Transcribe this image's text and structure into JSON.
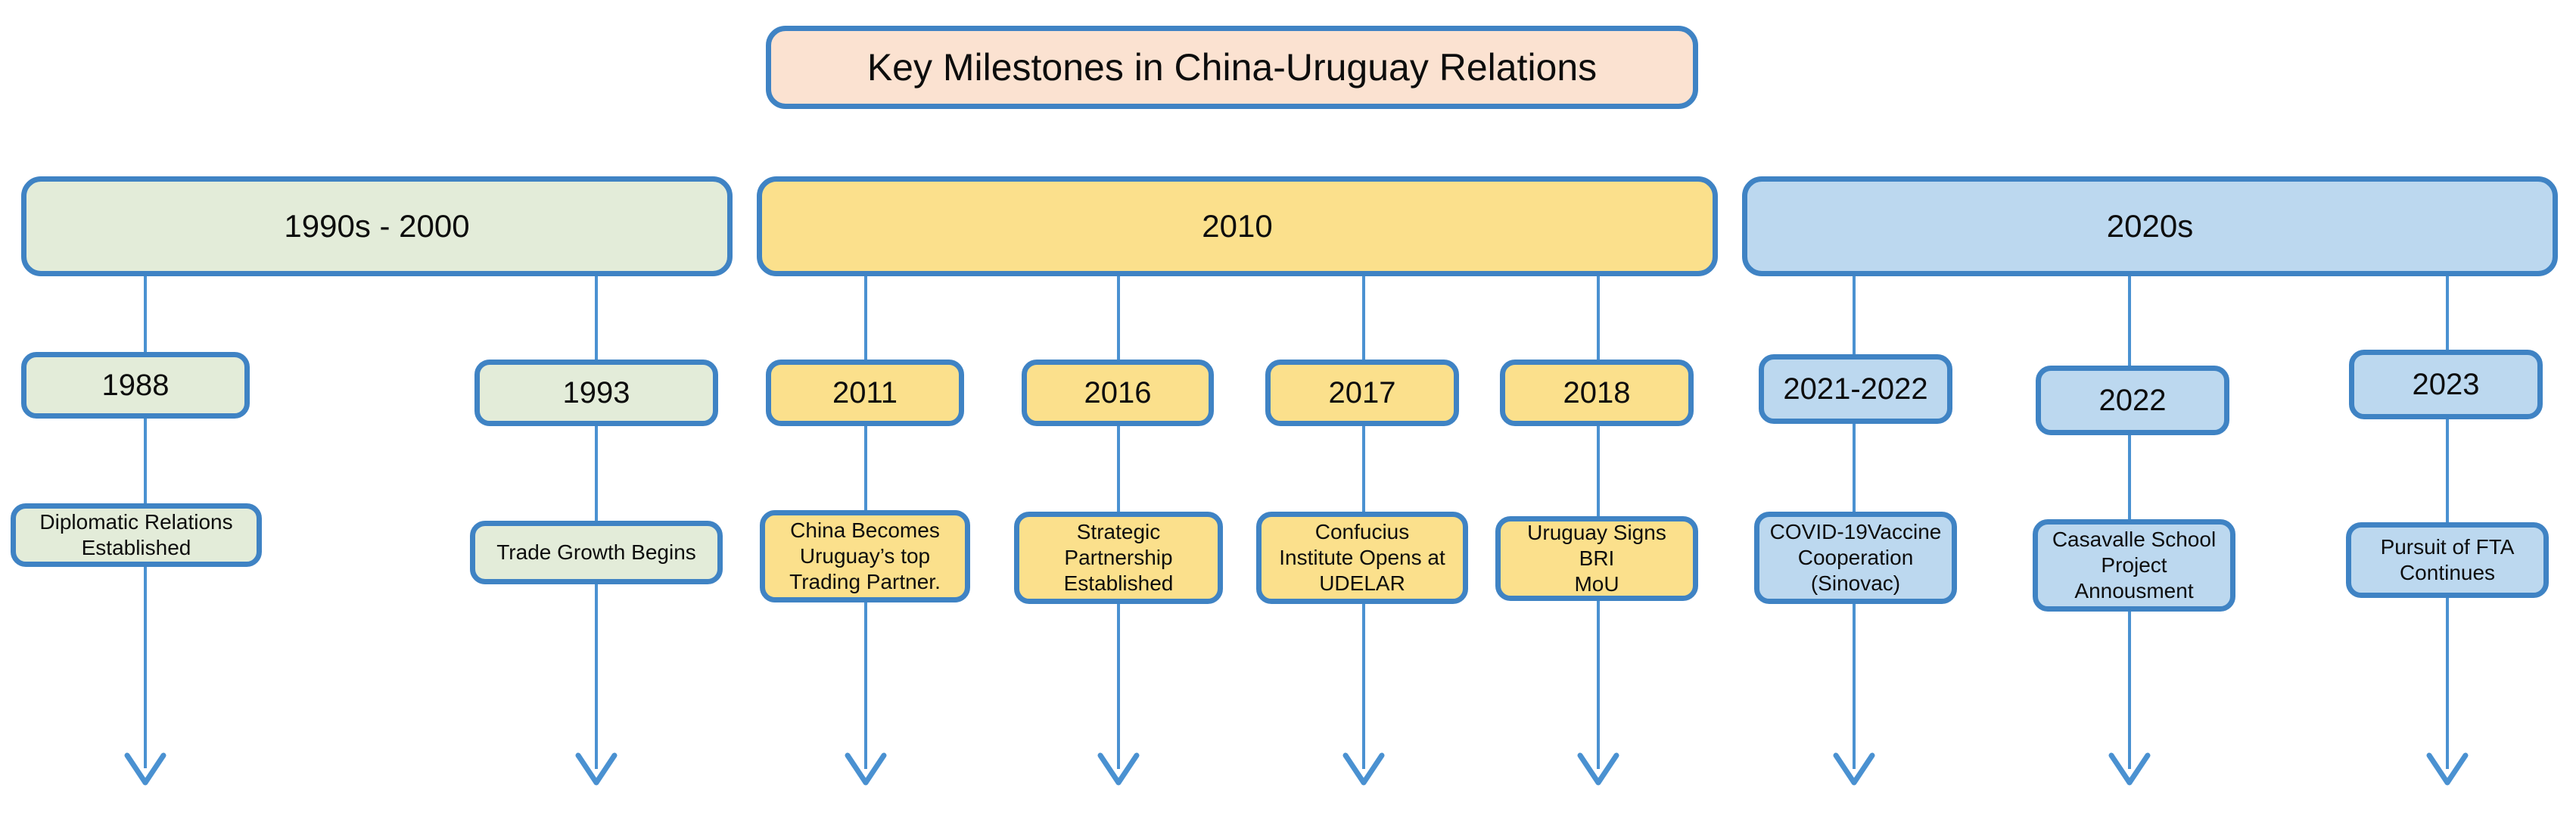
{
  "title": {
    "text": "Key Milestones in China-Uruguay Relations"
  },
  "colors": {
    "border": "#3f83c4",
    "connector": "#4a91d1",
    "title_fill": "#fbe2d1",
    "green_fill": "#e3ecd9",
    "yellow_fill": "#fbe08c",
    "blue_fill": "#bcd8ef"
  },
  "eras": [
    {
      "label": "1990s - 2000"
    },
    {
      "label": "2010"
    },
    {
      "label": "2020s"
    }
  ],
  "milestones": [
    {
      "year": "1988",
      "detail": "Diplomatic Relations Established",
      "era": "1990s - 2000"
    },
    {
      "year": "1993",
      "detail": "Trade Growth Begins",
      "era": "1990s - 2000"
    },
    {
      "year": "2011",
      "detail": "China Becomes Uruguay’s top Trading Partner.",
      "era": "2010"
    },
    {
      "year": "2016",
      "detail": "Strategic Partnership Established",
      "era": "2010"
    },
    {
      "year": "2017",
      "detail": "Confucius Institute Opens at UDELAR",
      "era": "2010"
    },
    {
      "year": "2018",
      "detail": "Uruguay Signs BRI MoU",
      "era": "2010"
    },
    {
      "year": "2021-2022",
      "detail": "COVID-19Vaccine Cooperation (Sinovac)",
      "era": "2020s"
    },
    {
      "year": "2022",
      "detail": "Casavalle School Project Annousment",
      "era": "2020s"
    },
    {
      "year": "2023",
      "detail": "Pursuit of FTA Continues",
      "era": "2020s"
    }
  ],
  "detail_lines": {
    "m0": [
      "Diplomatic Relations",
      "Established"
    ],
    "m1": [
      "Trade Growth Begins"
    ],
    "m2": [
      "China Becomes",
      "Uruguay’s top",
      "Trading Partner."
    ],
    "m3": [
      "Strategic",
      "Partnership",
      "Established"
    ],
    "m4": [
      "Confucius",
      "Institute Opens at",
      "UDELAR"
    ],
    "m5": [
      "Uruguay Signs BRI",
      "MoU"
    ],
    "m6": [
      "COVID-19Vaccine",
      "Cooperation",
      "(Sinovac)"
    ],
    "m7": [
      "Casavalle School",
      "Project",
      "Annousment"
    ],
    "m8": [
      "Pursuit of FTA",
      "Continues"
    ]
  }
}
